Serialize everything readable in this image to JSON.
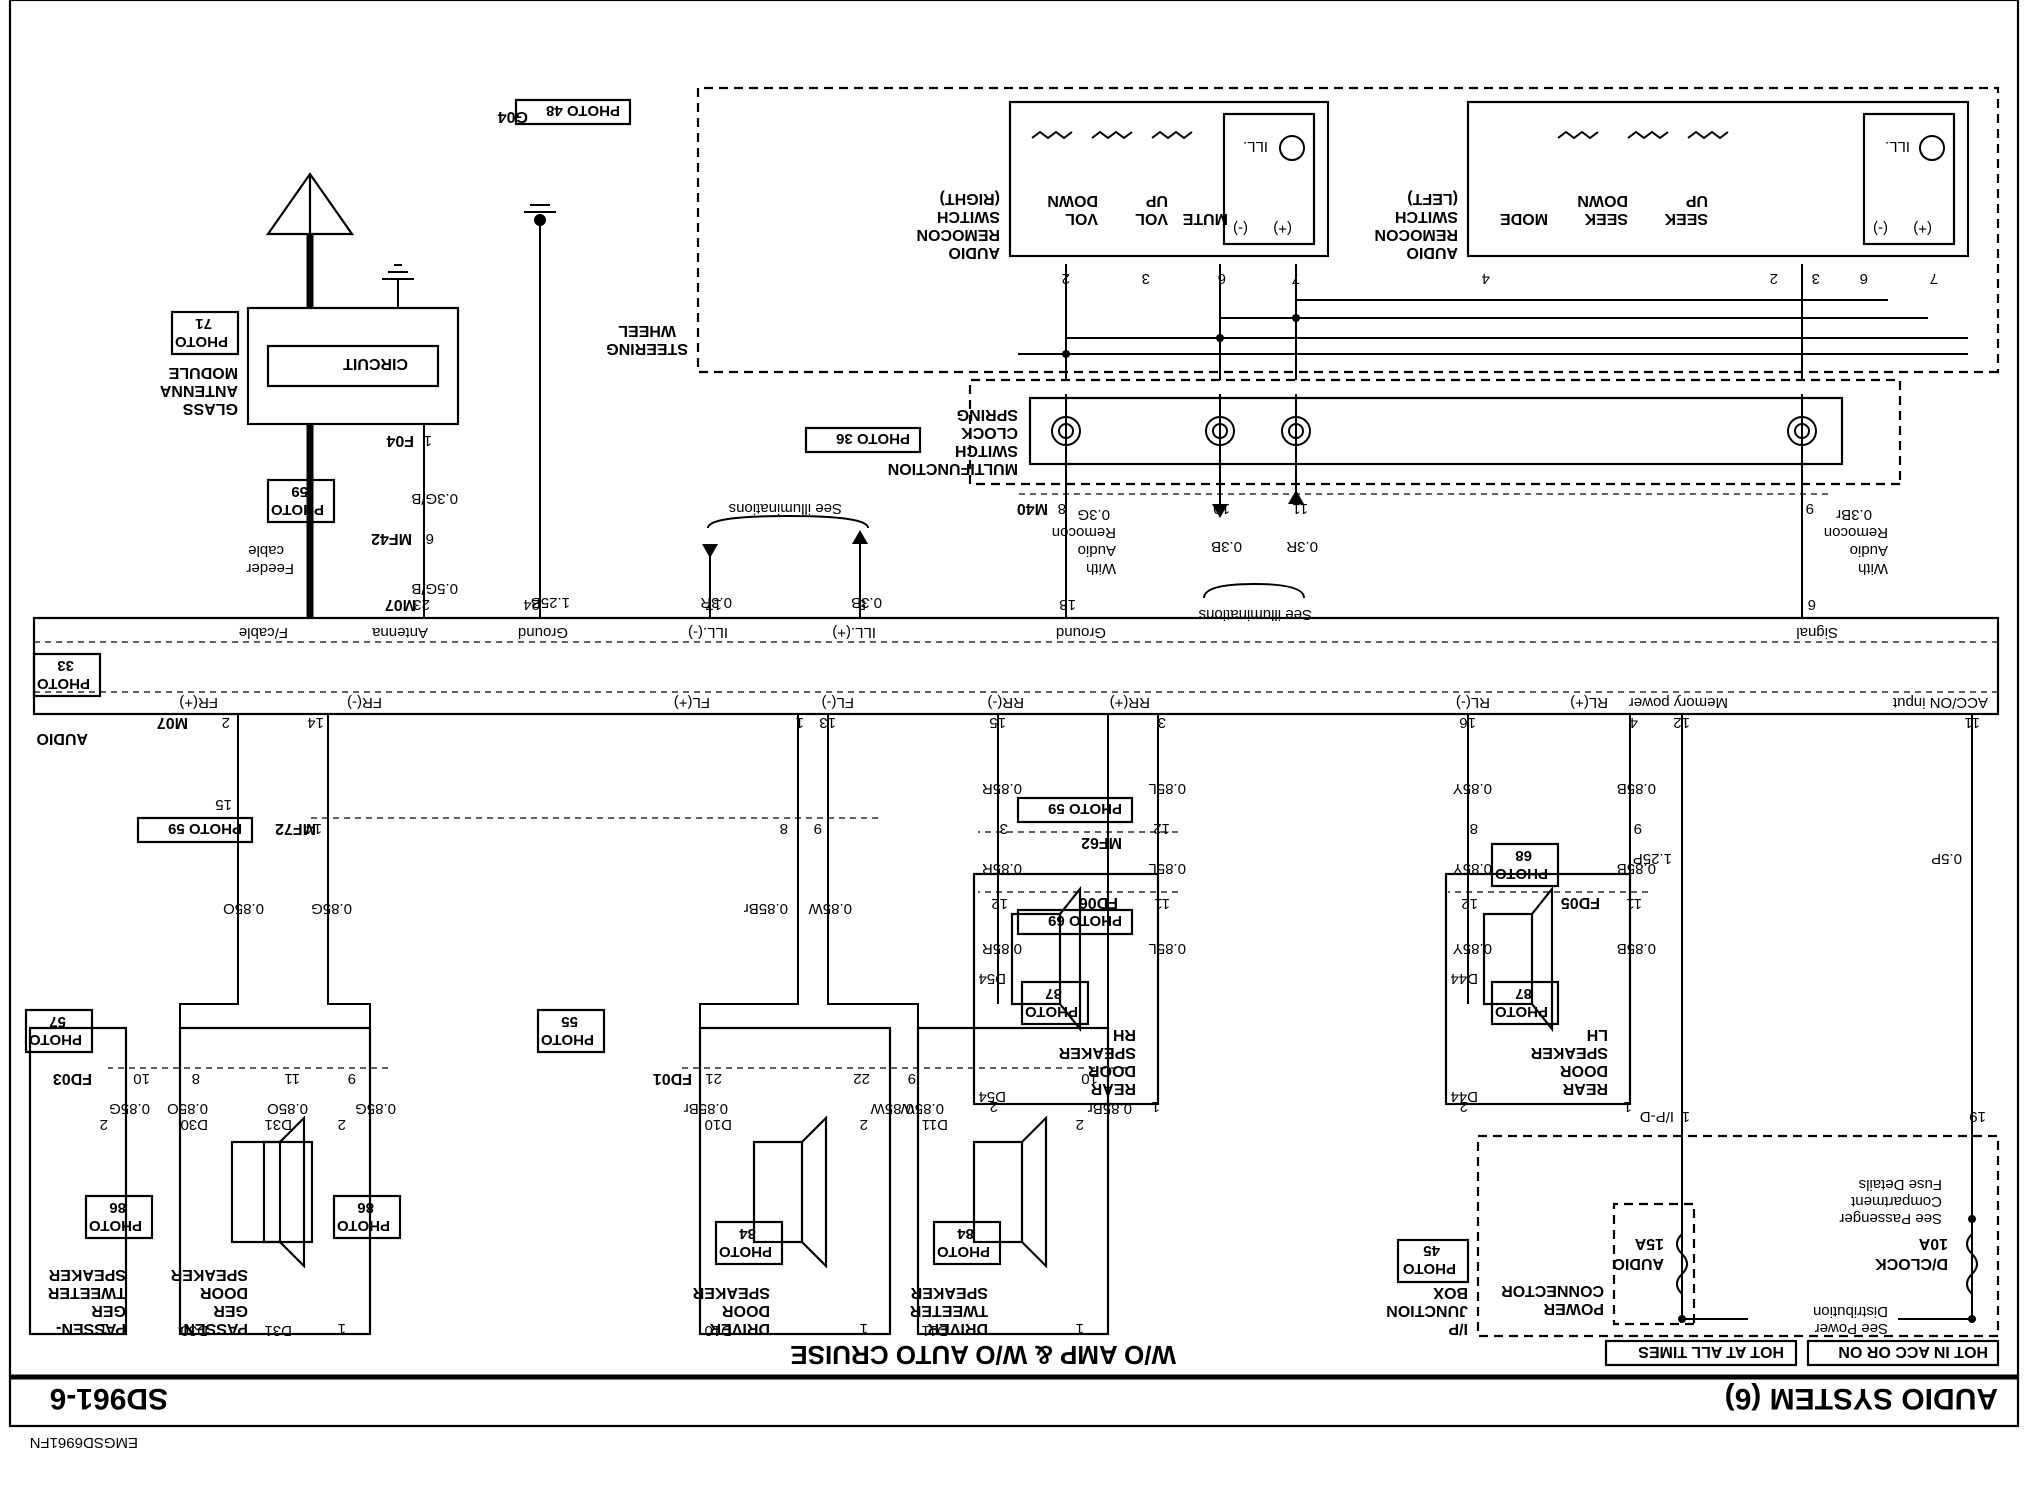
{
  "title": "AUDIO SYSTEM (6)",
  "code": "SD961-6",
  "drawing_code": "EMGSD6961FN",
  "subtitle": "W/O AMP & W/O AUTO CRUISE",
  "power": {
    "hot_in_acc": "HOT IN ACC OR ON",
    "hot_all_times": "HOT AT ALL TIMES",
    "ip_box": [
      "I/P",
      "JUNCTION",
      "BOX"
    ],
    "ip_box_photo": [
      "PHOTO",
      "45"
    ],
    "power_connector": [
      "POWER",
      "CONNECTOR"
    ],
    "fuse_dclock": [
      "D/CLOCK",
      "10A"
    ],
    "fuse_audio": [
      "AUDIO",
      "15A"
    ],
    "see_power_dist": [
      "See Power",
      "Distribution"
    ],
    "see_fuse": [
      "See Passenger",
      "Compartment",
      "Fuse Details"
    ],
    "ipd": "I/P-D",
    "pin_1": "1",
    "pin_19": "19"
  },
  "speakers": {
    "passenger_tweeter": {
      "label": [
        "PASSEN-",
        "GER",
        "TWEETER",
        "SPEAKER"
      ],
      "conn": "D31",
      "photo": [
        "PHOTO",
        "86"
      ]
    },
    "passenger_door": {
      "label": [
        "PASSEN-",
        "GER",
        "DOOR",
        "SPEAKER"
      ],
      "conn": "D30",
      "photo": [
        "PHOTO",
        "86"
      ]
    },
    "driver_door": {
      "label": [
        "DRIVER",
        "DOOR",
        "SPEAKER"
      ],
      "conn": "D10",
      "photo": [
        "PHOTO",
        "84"
      ]
    },
    "driver_tweeter": {
      "label": [
        "DRIVER",
        "TWEETER",
        "SPEAKER"
      ],
      "conn": "D11",
      "photo": [
        "PHOTO",
        "84"
      ]
    },
    "rear_rh": {
      "label": [
        "REAR",
        "DOOR",
        "SPEAKER",
        "RH"
      ],
      "conn": "D54",
      "photo": [
        "PHOTO",
        "87"
      ]
    },
    "rear_lh": {
      "label": [
        "REAR",
        "DOOR",
        "SPEAKER",
        "LH"
      ],
      "conn": "D44",
      "photo": [
        "PHOTO",
        "87"
      ]
    }
  },
  "connectors": {
    "fd03": "FD03",
    "fd03_photo": [
      "PHOTO",
      "57"
    ],
    "fd01": "FD01",
    "fd01_photo": [
      "PHOTO",
      "55"
    ],
    "fd06": "FD06",
    "fd06_photo": "PHOTO 69",
    "fd05": "FD05",
    "fd05_photo": [
      "PHOTO",
      "68"
    ],
    "mf72": "MF72",
    "mf72_photo": "PHOTO 59",
    "mf62": "MF62",
    "mf62_photo": "PHOTO 59",
    "m07": "M07",
    "m40": "M40",
    "mf42": "MF42",
    "mf42_photo": [
      "PHOTO",
      "59"
    ],
    "f04": "F04",
    "g04": "G04",
    "g04_photo": "PHOTO 48"
  },
  "audio_unit": {
    "name": "AUDIO",
    "photo": [
      "PHOTO",
      "33"
    ],
    "bottom_pins": [
      "FR(+)",
      "FR(-)",
      "FL(+)",
      "FL(-)",
      "RR(+)",
      "RR(-)",
      "RL(+)",
      "RL(-)",
      "Memory power",
      "ACC/ON input"
    ],
    "top_pins": [
      "F/cable",
      "Antenna",
      "Ground",
      "ILL.(-)",
      "ILL.(+)",
      "Ground",
      "Signal"
    ]
  },
  "wires": {
    "fr_plus": "0.85O",
    "fr_minus": "0.85G",
    "fl_plus": "0.85Br",
    "fl_minus": "0.85W",
    "rr_plus": "0.85L",
    "rr_minus": "0.85R",
    "rl_plus": "0.85B",
    "rl_minus": "0.85Y",
    "mem": "1.25P",
    "acc": "0.5P",
    "ant1": "0.5G/B",
    "ant2": "0.3G/B",
    "gnd": "1.25B",
    "ill_minus": "0.3B",
    "ill_plus": "0.3R",
    "rem_gnd": "0.3G",
    "rem_sig": "0.3Br",
    "rem_ill_m": "0.3B",
    "rem_ill_p": "0.3R"
  },
  "pins": {
    "audio_bottom": [
      "2",
      "14",
      "1",
      "13",
      "3",
      "15",
      "4",
      "16",
      "12",
      "11"
    ],
    "audio_top": [
      "23",
      "24",
      "17",
      "5",
      "18",
      "6"
    ],
    "mf72": [
      "15",
      "14",
      "8",
      "9"
    ],
    "mf62": [
      "12",
      "3",
      "9",
      "8"
    ],
    "fd06": [
      "11",
      "12"
    ],
    "fd05": [
      "11",
      "12"
    ],
    "fd03": [
      "10",
      "11",
      "8",
      "9"
    ],
    "fd01": [
      "21",
      "22",
      "9",
      "10"
    ],
    "spk": [
      "2",
      "1"
    ],
    "m40": [
      "8",
      "10",
      "11",
      "9"
    ],
    "mf42": "6",
    "f04": "1",
    "remocon_left": [
      "4",
      "2",
      "3",
      "6",
      "7"
    ],
    "remocon_right": [
      "2",
      "3",
      "6",
      "7"
    ]
  },
  "antenna": {
    "name": [
      "GLASS",
      "ANTENNA",
      "MODULE"
    ],
    "circuit": "CIRCUIT",
    "photo": [
      "PHOTO",
      "71"
    ],
    "feeder": [
      "Feeder",
      "cable"
    ]
  },
  "see_illum": "See illuminations",
  "with_remocon": [
    "With",
    "Audio",
    "Remocon"
  ],
  "multifunction": [
    "MULTIFUNCTION",
    "SWITCH",
    "CLOCK",
    "SPRING"
  ],
  "multifunction_photo": "PHOTO 36",
  "steering_wheel": [
    "STEERING",
    "WHEEL"
  ],
  "remocon_left": {
    "name": [
      "AUDIO",
      "REMOCON",
      "SWITCH",
      "(LEFT)"
    ],
    "switches": [
      "MODE",
      "SEEK",
      "DOWN",
      "SEEK",
      "UP"
    ],
    "ill": "ILL.",
    "plus": "(+)",
    "minus": "(-)"
  },
  "remocon_right": {
    "name": [
      "AUDIO",
      "REMOCON",
      "SWITCH",
      "(RIGHT)"
    ],
    "switches": [
      "VOL",
      "DOWN",
      "VOL",
      "UP",
      "MUTE"
    ],
    "ill": "ILL.",
    "plus": "(+)",
    "minus": "(-)"
  }
}
